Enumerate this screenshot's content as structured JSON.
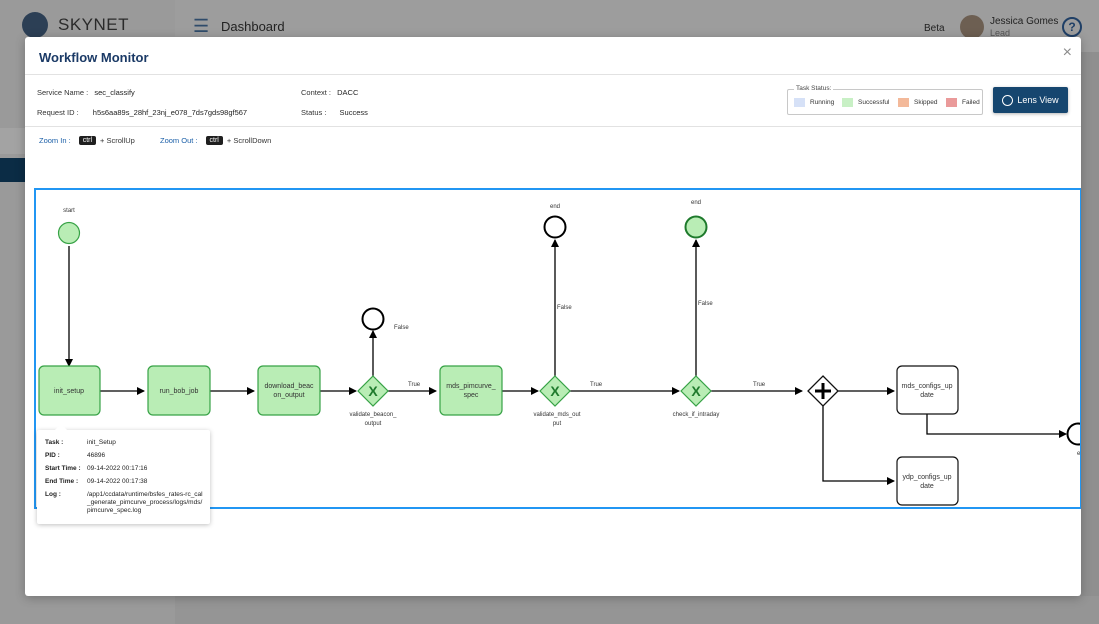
{
  "app": {
    "brand": "SKYNET",
    "header_title": "Dashboard",
    "beta": "Beta",
    "user_name": "Jessica Gomes",
    "user_role": "Lead",
    "help": "?"
  },
  "modal": {
    "title": "Workflow Monitor",
    "close": "×",
    "service_name_label": "Service Name :",
    "service_name": "sec_classify",
    "request_id_label": "Request ID :",
    "request_id": "h5s6aa89s_28hf_23nj_e078_7ds7gds98gf567",
    "context_label": "Context :",
    "context": "DACC",
    "status_label": "Status :",
    "status": "Success",
    "lens_view": "Lens View"
  },
  "legend": {
    "caption": "Task Status:",
    "items": [
      {
        "label": "Running",
        "color": "#d6e1f7"
      },
      {
        "label": "Successful",
        "color": "#c8f0c5"
      },
      {
        "label": "Skipped",
        "color": "#f3b99a"
      },
      {
        "label": "Failed",
        "color": "#ea9a9a"
      }
    ]
  },
  "zoom": {
    "zoom_in_label": "Zoom In :",
    "zoom_in_key": "ctrl",
    "zoom_in_action": "+ ScrollUp",
    "zoom_out_label": "Zoom Out :",
    "zoom_out_key": "ctrl",
    "zoom_out_action": "+ ScrollDown"
  },
  "workflow": {
    "colors": {
      "task_fill": "#b9edb5",
      "task_stroke": "#37a246",
      "end_fill": "#b9edb5",
      "edge": "#000000"
    },
    "start_label": "start",
    "tasks": {
      "init_setup": [
        "init_setup"
      ],
      "run_bob_job": [
        "run_bob_job"
      ],
      "download_beacon_output": [
        "download_beac",
        "on_output"
      ],
      "mds_pimcurve_spec": [
        "mds_pimcurve_",
        "spec"
      ],
      "mds_configs_update": [
        "mds_configs_up",
        "date"
      ],
      "ydp_configs_update": [
        "ydp_configs_up",
        "date"
      ]
    },
    "gateways": {
      "validate_beacon_output": [
        "validate_beacon_",
        "output"
      ],
      "validate_mds_output": [
        "validate_mds_out",
        "put"
      ],
      "check_if_intraday": [
        "check_if_intraday"
      ]
    },
    "end_labels": {
      "end_1": "end",
      "end_2": "end",
      "end_3": "end"
    },
    "edge_labels": {
      "false_1": "False",
      "false_2": "False",
      "false_3": "False",
      "true_1": "True",
      "true_2": "True",
      "true_3": "True"
    }
  },
  "tooltip": {
    "task_label": "Task :",
    "task": "init_Setup",
    "pid_label": "PID :",
    "pid": "46896",
    "start_label": "Start Time :",
    "start": "09-14-2022  00:17:16",
    "end_label": "End Time :",
    "end": "09-14-2022  00:17:38",
    "log_label": "Log :",
    "log": "/app1/ccdata/runtime/bsfes_rates-rc_cal_generate_pimcurve_process/logs/mds/pimcurve_spec.log"
  }
}
